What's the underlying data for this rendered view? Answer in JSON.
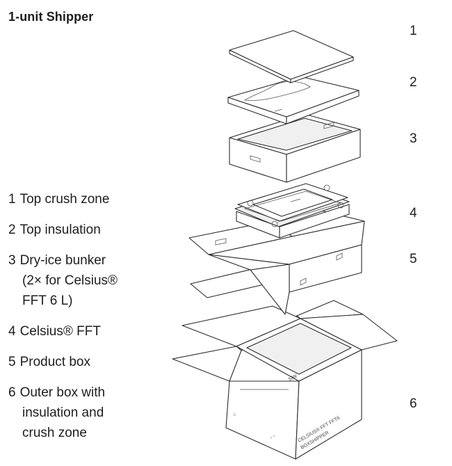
{
  "title": "1-unit Shipper",
  "legend": [
    {
      "num": "1",
      "lines": [
        "Top crush zone"
      ]
    },
    {
      "num": "2",
      "lines": [
        "Top insulation"
      ]
    },
    {
      "num": "3",
      "lines": [
        "Dry-ice bunker",
        "(2× for Celsius® ",
        "FFT 6 L)"
      ]
    },
    {
      "num": "4",
      "lines": [
        "Celsius® FFT"
      ]
    },
    {
      "num": "5",
      "lines": [
        "Product box"
      ]
    },
    {
      "num": "6",
      "lines": [
        "Outer box with",
        "insulation and",
        "crush zone"
      ]
    }
  ],
  "callouts": [
    "1",
    "2",
    "3",
    "4",
    "5",
    "6"
  ],
  "box_print": {
    "side_line1": "CELSIUS® FFT FFT6",
    "side_line2": "BOXSHIPPER",
    "brand": "S/W"
  }
}
